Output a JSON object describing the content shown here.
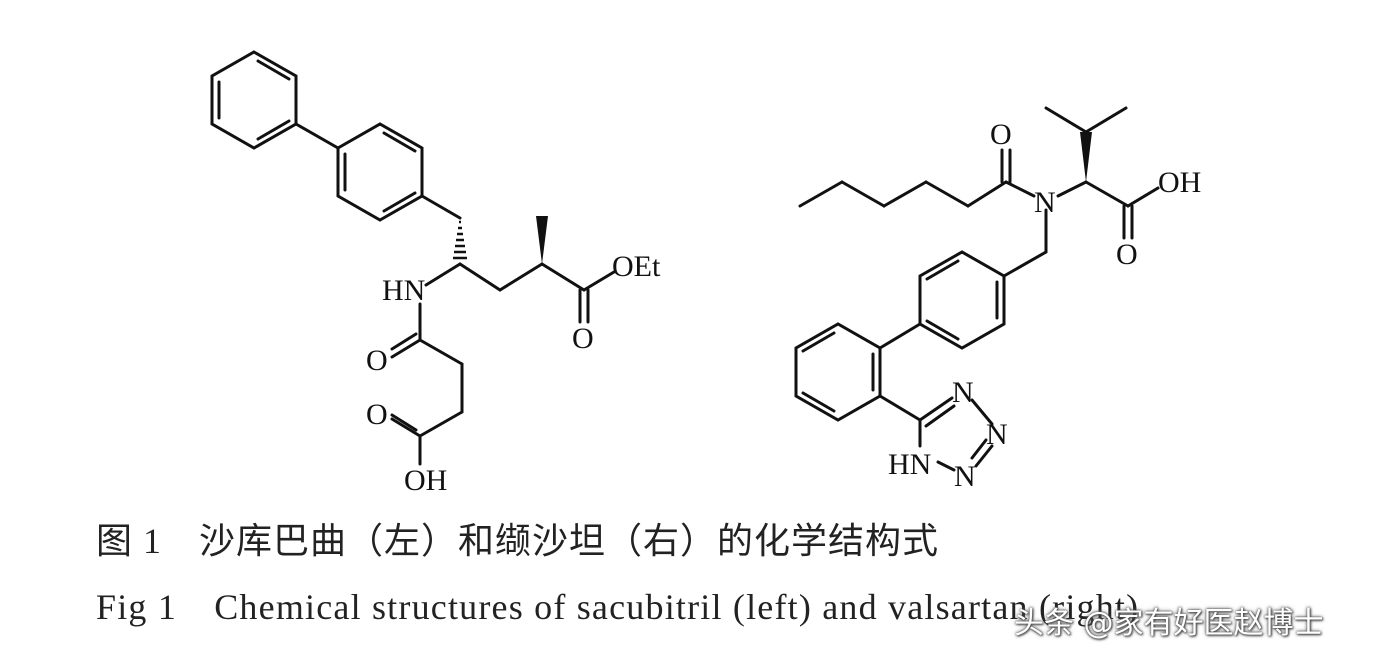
{
  "sacubitril": {
    "labels": {
      "hn": "HN",
      "oet": "OEt",
      "o_ester": "O",
      "o_amide": "O",
      "o_acid": "O",
      "oh": "OH"
    }
  },
  "valsartan": {
    "labels": {
      "o_amide": "O",
      "n": "N",
      "oh": "OH",
      "o_acid": "O",
      "n1": "N",
      "n2": "N",
      "n3": "N",
      "hn": "HN"
    }
  },
  "caption": {
    "cn": "图 1　沙库巴曲（左）和缬沙坦（右）的化学结构式",
    "en": "Fig 1　Chemical structures of sacubitril (left) and valsartan (right)"
  },
  "watermark": "头条 @家有好医赵博士"
}
